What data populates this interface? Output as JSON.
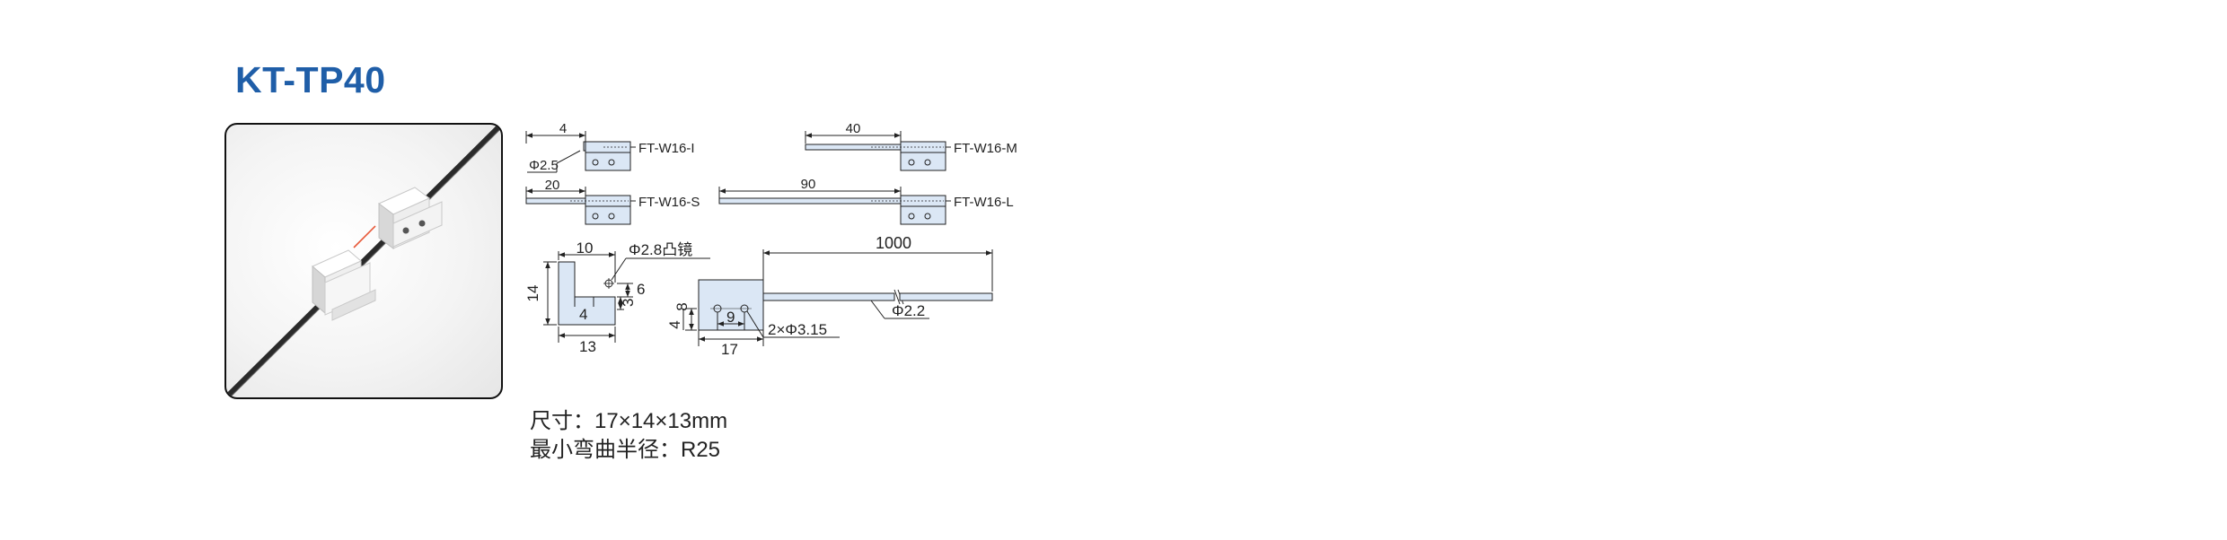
{
  "product": {
    "model": "KT-TP40"
  },
  "variants": [
    {
      "name": "FT-W16-I",
      "dim": "4"
    },
    {
      "name": "FT-W16-M",
      "dim": "40"
    },
    {
      "name": "FT-W16-S",
      "dim": "20"
    },
    {
      "name": "FT-W16-L",
      "dim": "90"
    }
  ],
  "drawing": {
    "dia_small": "Φ2.5",
    "lens": "Φ2.8凸镜",
    "side_view": {
      "w_top": "10",
      "h": "14",
      "d6": "6",
      "d3": "3",
      "d4": "4",
      "w_bottom": "13"
    },
    "front_view": {
      "cable_len": "1000",
      "cable_dia": "Φ2.2",
      "h": "8",
      "d4": "4",
      "hole_pitch": "9",
      "w": "17",
      "holes": "2×Φ3.15"
    }
  },
  "specs": {
    "size_label": "尺寸：",
    "size_value": "17×14×13mm",
    "radius_label": "最小弯曲半径：",
    "radius_value": "R25"
  },
  "colors": {
    "title": "#1f5ea8",
    "part_fill": "#dbe7f5",
    "line": "#222222"
  }
}
